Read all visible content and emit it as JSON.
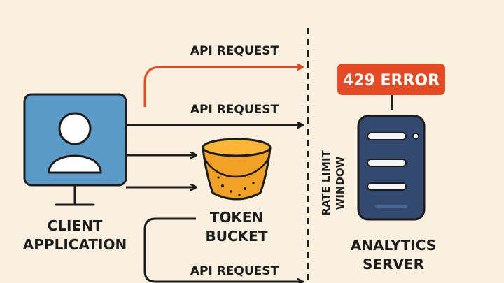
{
  "colors": {
    "background": "#fbf0df",
    "outline": "#1c1c1c",
    "client_blue": "#5b9ac6",
    "bucket_orange": "#f2a126",
    "error_red": "#e34b24",
    "server_navy": "#33496f",
    "arrow_red": "#e34b24",
    "arrow_dark": "#1c1c1c"
  },
  "client": {
    "icon": "user-monitor-icon",
    "label_line1": "CLIENT",
    "label_line2": "APPLICATION"
  },
  "bucket": {
    "icon": "bucket-icon",
    "label_line1": "TOKEN",
    "label_line2": "BUCKET"
  },
  "rate_limit": {
    "label_line1": "RATE LIMIT",
    "label_line2": "WINDOW"
  },
  "server": {
    "icon": "server-icon",
    "label_line1": "ANALYTICS",
    "label_line2": "SERVER",
    "error_badge": "429 ERROR"
  },
  "requests": [
    {
      "label": "API REQUEST",
      "status": "rejected"
    },
    {
      "label": "API REQUEST",
      "status": "passed"
    },
    {
      "label": "API REQUEST",
      "status": "passed"
    }
  ]
}
